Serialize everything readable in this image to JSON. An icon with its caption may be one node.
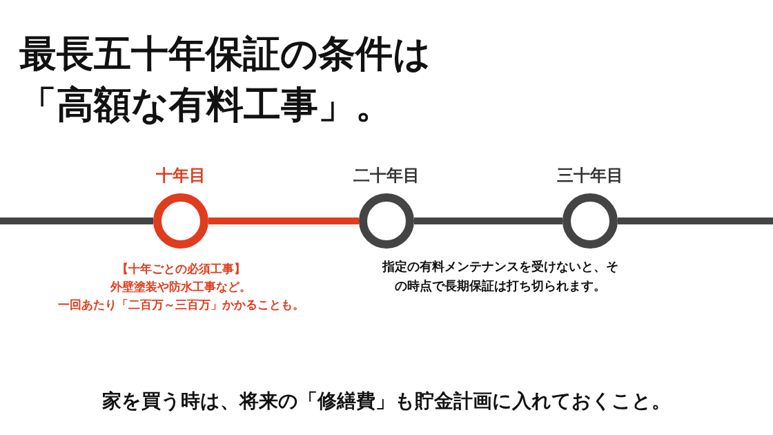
{
  "diagram": {
    "title": "最長五十年保証の条件は「高額な有料工事」。",
    "caption": "家を買う時は、将来の「修繕費」も貯金計画に入れておくこと。",
    "nodes": [
      {
        "text": [],
        "shape": "circle",
        "beside": [
          "十年目",
          "【十年ごとの必須工事】",
          "外壁塗装や防水工事など。",
          "一回あたり「二百万～三百万」かかることも。"
        ]
      },
      {
        "text": [],
        "shape": "circle",
        "beside": [
          "二十年目"
        ]
      },
      {
        "text": [],
        "shape": "circle",
        "beside": [
          "三十年目"
        ]
      }
    ],
    "edges": [
      {
        "from": null,
        "to": 0,
        "arrow": "none"
      },
      {
        "from": 0,
        "to": 1,
        "arrow": "none",
        "color": "#e03c1e"
      },
      {
        "from": 1,
        "to": 2,
        "arrow": "none"
      },
      {
        "from": 2,
        "to": null,
        "arrow": "none"
      }
    ],
    "labels": [
      "指定の有料メンテナンスを受けないと、その時点で長期保証は打ち切られます。"
    ]
  }
}
